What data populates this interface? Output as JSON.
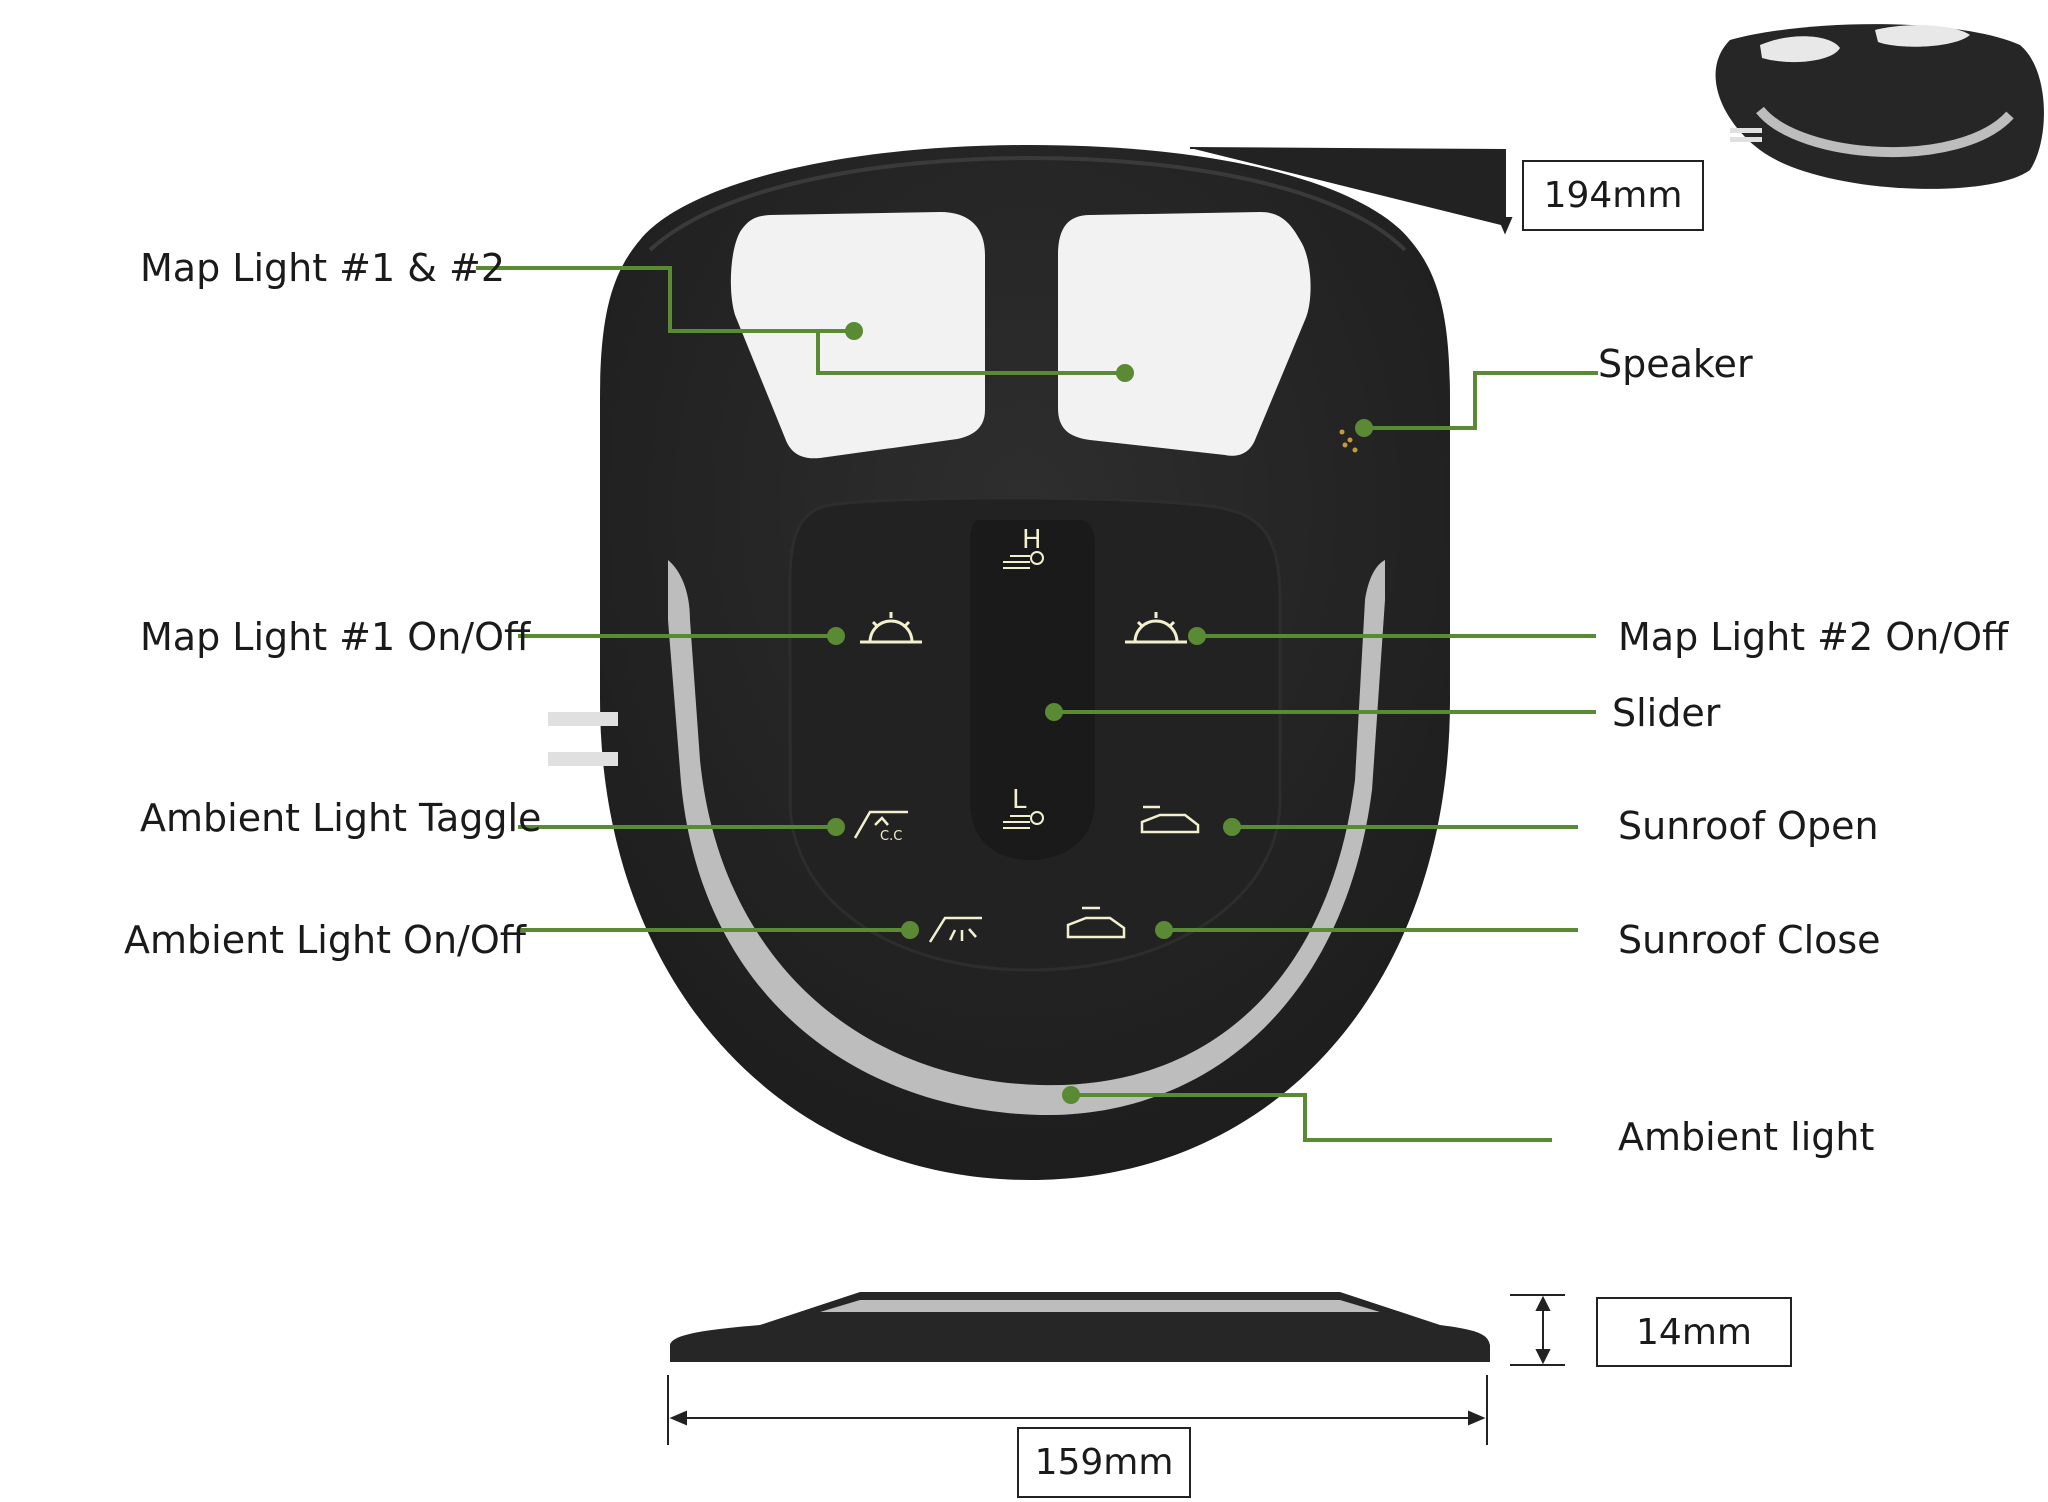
{
  "labels": {
    "map_light_1_2": "Map Light #1 & #2",
    "speaker": "Speaker",
    "map_light_1_toggle": "Map Light #1 On/Off",
    "map_light_2_toggle": "Map Light #2 On/Off",
    "slider": "Slider",
    "ambient_light_toggle": "Ambient Light Taggle",
    "sunroof_open": "Sunroof Open",
    "ambient_light_onoff": "Ambient Light On/Off",
    "sunroof_close": "Sunroof Close",
    "ambient_light": "Ambient light"
  },
  "dimensions": {
    "depth": "194mm",
    "height": "14mm",
    "width": "159mm"
  },
  "slider_marks": {
    "high": "H",
    "low": "L"
  },
  "icon_text": {
    "cc": "C.C"
  },
  "colors": {
    "leader_line": "#5a8a34",
    "body": "#252525",
    "button": "#f2f2f2",
    "ambient_strip": "#bdbdbd",
    "icon": "#f3f0cf"
  }
}
